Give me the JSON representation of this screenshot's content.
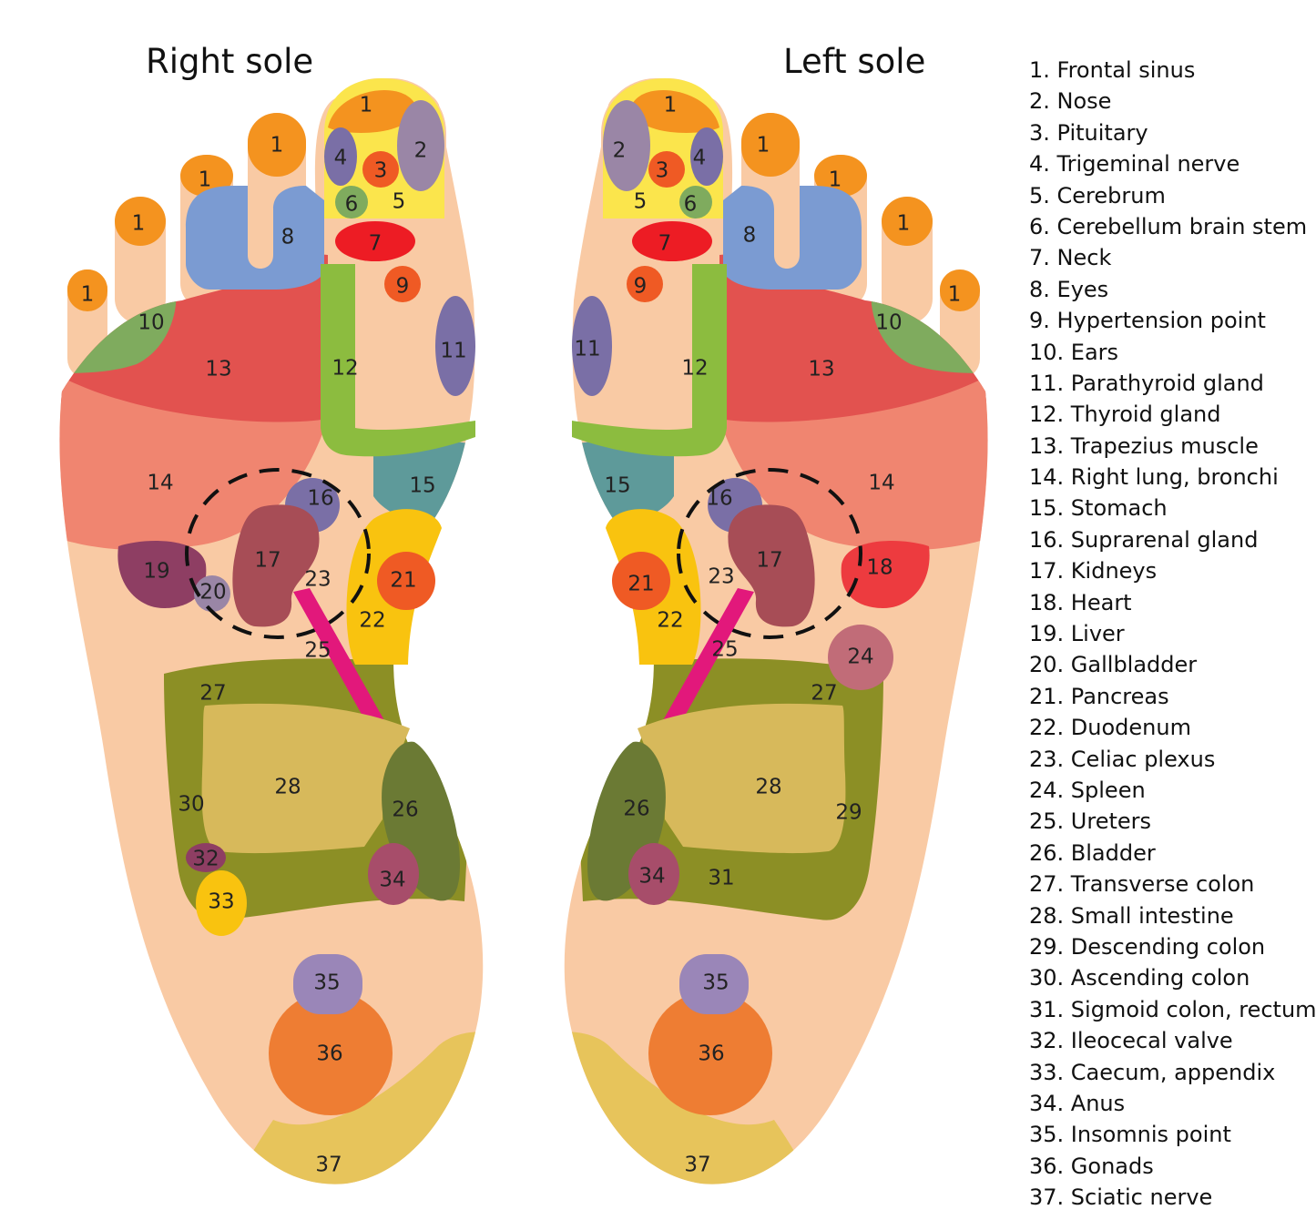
{
  "titles": {
    "right": "Right sole",
    "left": "Left sole"
  },
  "colors": {
    "skin": "#f9caa4",
    "orange": "#f4931f",
    "yellow": "#fbe54c",
    "lavender": "#9a86a6",
    "purple": "#7a6fa6",
    "red_orange": "#ef5a24",
    "green": "#7fab5e",
    "red": "#ed1c24",
    "blue": "#7b9bd2",
    "lime": "#8cbc3f",
    "trapezius": "#e2524f",
    "lung": "#f08570",
    "teal": "#5e9a9a",
    "kidney": "#a74d56",
    "gold": "#f9c30f",
    "liver": "#8e3e63",
    "pink": "#e2187b",
    "olive": "#8c8f25",
    "khaki": "#d7b95b",
    "dark_olive": "#6b7a34",
    "spleen": "#c16c78",
    "sciatic": "#e7c45b",
    "gonads": "#ee7d33"
  },
  "legend": [
    "1. Frontal sinus",
    "2. Nose",
    "3. Pituitary",
    "4. Trigeminal nerve",
    "5. Cerebrum",
    "6. Cerebellum brain stem",
    "7. Neck",
    "8. Eyes",
    "9. Hypertension point",
    "10. Ears",
    "11. Parathyroid gland",
    "12. Thyroid gland",
    "13. Trapezius muscle",
    "14. Right lung, bronchi",
    "15. Stomach",
    "16. Suprarenal gland",
    "17. Kidneys",
    "18. Heart",
    "19. Liver",
    "20. Gallbladder",
    "21. Pancreas",
    "22. Duodenum",
    "23. Celiac plexus",
    "24. Spleen",
    "25. Ureters",
    "26. Bladder",
    "27. Transverse colon",
    "28. Small intestine",
    "29. Descending colon",
    "30. Ascending colon",
    "31. Sigmoid colon, rectum",
    "32. Ileocecal valve",
    "33. Caecum, appendix",
    "34. Anus",
    "35. Insomnis point",
    "36. Gonads",
    "37. Sciatic nerve"
  ],
  "right_labels": [
    "1",
    "1",
    "1",
    "1",
    "1",
    "2",
    "3",
    "4",
    "5",
    "6",
    "7",
    "8",
    "9",
    "10",
    "11",
    "12",
    "13",
    "14",
    "15",
    "16",
    "17",
    "19",
    "20",
    "21",
    "22",
    "23",
    "25",
    "26",
    "27",
    "28",
    "30",
    "32",
    "33",
    "34",
    "35",
    "36",
    "37"
  ],
  "left_labels": [
    "1",
    "1",
    "1",
    "1",
    "1",
    "2",
    "3",
    "4",
    "5",
    "6",
    "7",
    "8",
    "9",
    "10",
    "11",
    "12",
    "13",
    "14",
    "15",
    "16",
    "17",
    "18",
    "21",
    "22",
    "23",
    "24",
    "25",
    "26",
    "27",
    "28",
    "29",
    "31",
    "34",
    "35",
    "36",
    "37"
  ]
}
